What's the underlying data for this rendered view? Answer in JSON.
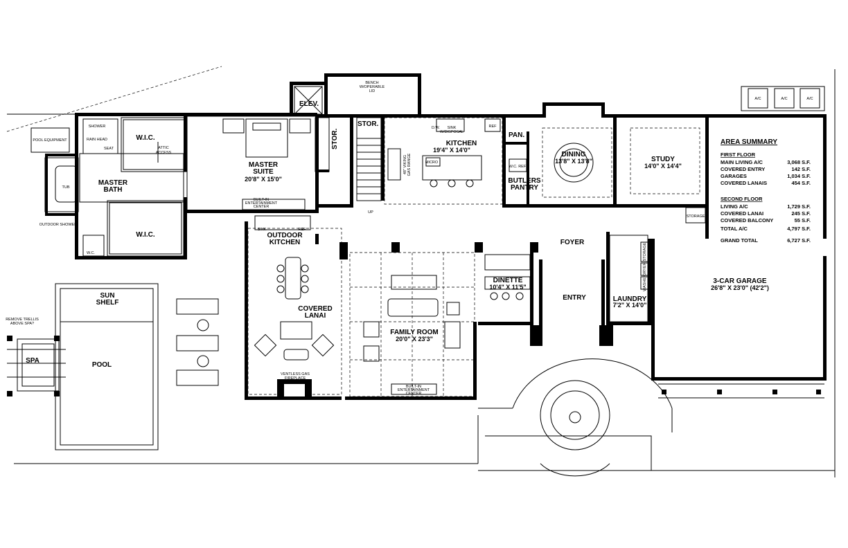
{
  "rooms": {
    "elev": "ELEV.",
    "stor_a": "STOR.",
    "stor_b": "STOR.",
    "pan": "PAN.",
    "kitchen": "KITCHEN",
    "kitchen_dim": "19'4\" X 14'0\"",
    "dining": "DINING",
    "dining_dim": "13'8\" X 13'8\"",
    "study": "STUDY",
    "study_dim": "14'0\" X 14'4\"",
    "master_suite_1": "MASTER",
    "master_suite_2": "SUITE",
    "master_suite_dim": "20'8\" X 15'0\"",
    "master_bath_1": "MASTER",
    "master_bath_2": "BATH",
    "wic_upper": "W.I.C.",
    "wic_lower": "W.I.C.",
    "butlers_1": "BUTLERS",
    "butlers_2": "PANTRY",
    "outdoor_kitchen_1": "OUTDOOR",
    "outdoor_kitchen_2": "KITCHEN",
    "covered_lanai_1": "COVERED",
    "covered_lanai_2": "LANAI",
    "foyer": "FOYER",
    "dinette": "DINETTE",
    "dinette_dim": "10'4\" X 11'5\"",
    "family_room": "FAMILY ROOM",
    "family_room_dim": "20'0\" X 23'3\"",
    "entry": "ENTRY",
    "laundry": "LAUNDRY",
    "laundry_dim": "7'2\" X 14'0\"",
    "garage": "3-CAR GARAGE",
    "garage_dim": "26'8\" X 23'0\" (42'2\")",
    "sun_shelf_1": "SUN",
    "sun_shelf_2": "SHELF",
    "pool": "POOL",
    "spa": "SPA"
  },
  "notes": {
    "pool_equipment": "POOL EQUIPMENT",
    "shower": "SHOWER",
    "rain_head": "RAIN HEAD",
    "seat": "SEAT",
    "attic_access_1": "ATTIC",
    "attic_access_2": "ACCESS",
    "tub": "TUB",
    "outdoor_shower": "OUTDOOR SHOWER",
    "wc": "W.C.",
    "bench_1": "BENCH",
    "bench_2": "W/OPERABLE",
    "bench_3": "LID",
    "dw": "D.W.",
    "sink_1": "SINK",
    "sink_2": "W/DISPOSAL",
    "ref": "REF",
    "micro": "MICRO",
    "range_1": "48\" VIKING",
    "range_2": "GAS RANGE",
    "wc_ref": "W.C. REF",
    "up": "UP",
    "builtin_1": "BUILT-IN",
    "builtin_2": "ENTERTAINMENT",
    "builtin_3": "CENTER",
    "sink_ok": "SINK",
    "ref_ok": "REF",
    "fireplace_1": "VENTLESS GAS",
    "fireplace_2": "FIREPLACE",
    "remove_trellis_1": "REMOVE TRELLIS",
    "remove_trellis_2": "ABOVE SPA?",
    "storage_a": "STORAGE",
    "storage_b": "STORAGE",
    "washer": "WASHER",
    "dryer": "DRYER",
    "ac_1": "A/C",
    "ac_2": "A/C",
    "ac_3": "A/C"
  },
  "area_summary": {
    "title": "AREA SUMMARY",
    "first_floor_heading": "FIRST FLOOR",
    "first_floor": [
      {
        "label": "MAIN LIVING A/C",
        "value": "3,068 S.F."
      },
      {
        "label": "COVERED ENTRY",
        "value": "142 S.F."
      },
      {
        "label": "GARAGES",
        "value": "1,034 S.F."
      },
      {
        "label": "COVERED LANAIS",
        "value": "454 S.F."
      }
    ],
    "second_floor_heading": "SECOND FLOOR",
    "second_floor": [
      {
        "label": "LIVING A/C",
        "value": "1,729 S.F."
      },
      {
        "label": "COVERED LANAI",
        "value": "245 S.F."
      },
      {
        "label": "COVERED BALCONY",
        "value": "55 S.F."
      }
    ],
    "total_ac_label": "TOTAL A/C",
    "total_ac_value": "4,797 S.F.",
    "grand_total_label": "GRAND TOTAL",
    "grand_total_value": "6,727 S.F."
  }
}
